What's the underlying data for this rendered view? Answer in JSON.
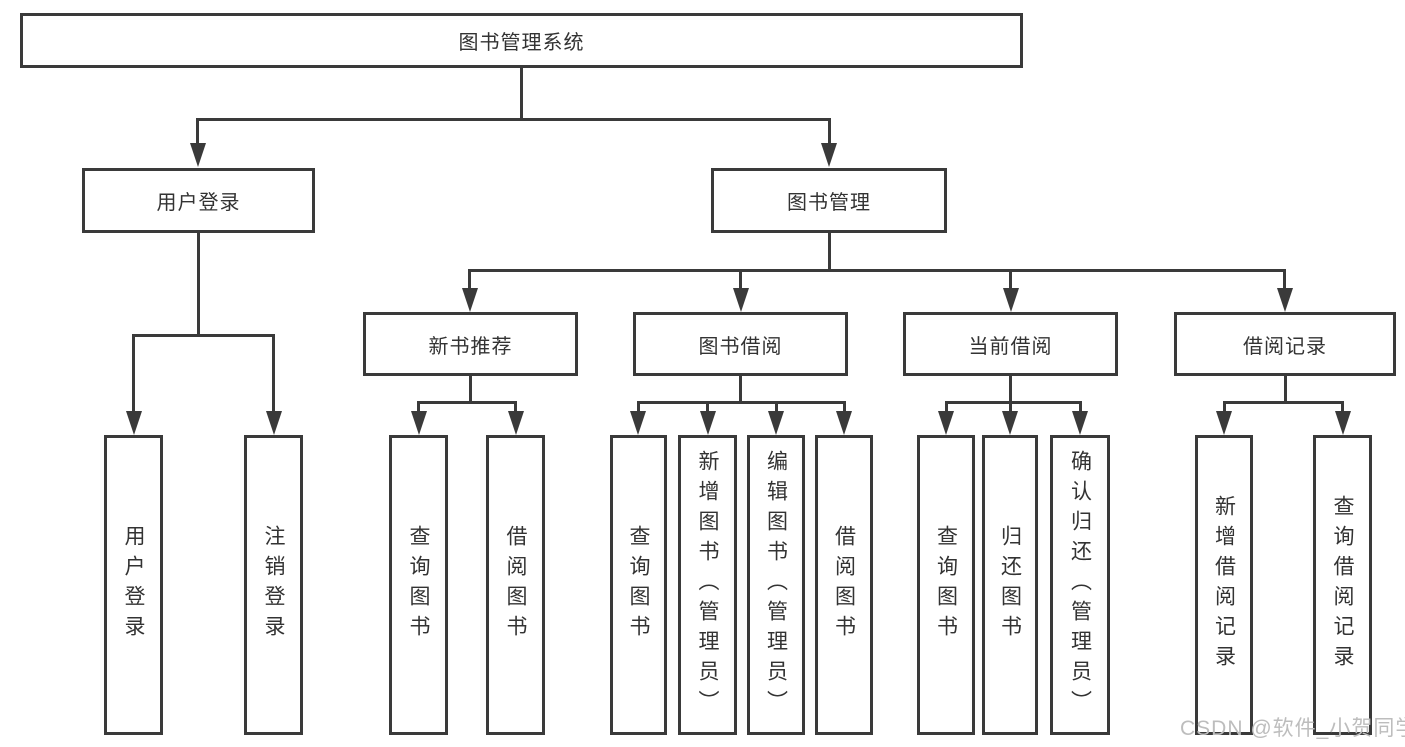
{
  "colors": {
    "line": "#3a3a3a",
    "text": "#333333",
    "watermark": "#bdbdbd",
    "background": "#ffffff"
  },
  "watermark": {
    "text": "CSDN @软件_小贺同学"
  },
  "tree": {
    "root": {
      "label": "图书管理系统"
    },
    "children": [
      {
        "label": "用户登录",
        "children": [
          {
            "label": "用户登录"
          },
          {
            "label": "注销登录"
          }
        ]
      },
      {
        "label": "图书管理",
        "children": [
          {
            "label": "新书推荐",
            "children": [
              {
                "label": "查询图书"
              },
              {
                "label": "借阅图书"
              }
            ]
          },
          {
            "label": "图书借阅",
            "children": [
              {
                "label": "查询图书"
              },
              {
                "label": "新增图书（管理员）"
              },
              {
                "label": "编辑图书（管理员）"
              },
              {
                "label": "借阅图书"
              }
            ]
          },
          {
            "label": "当前借阅",
            "children": [
              {
                "label": "查询图书"
              },
              {
                "label": "归还图书"
              },
              {
                "label": "确认归还（管理员）"
              }
            ]
          },
          {
            "label": "借阅记录",
            "children": [
              {
                "label": "新增借阅记录"
              },
              {
                "label": "查询借阅记录"
              }
            ]
          }
        ]
      }
    ]
  }
}
